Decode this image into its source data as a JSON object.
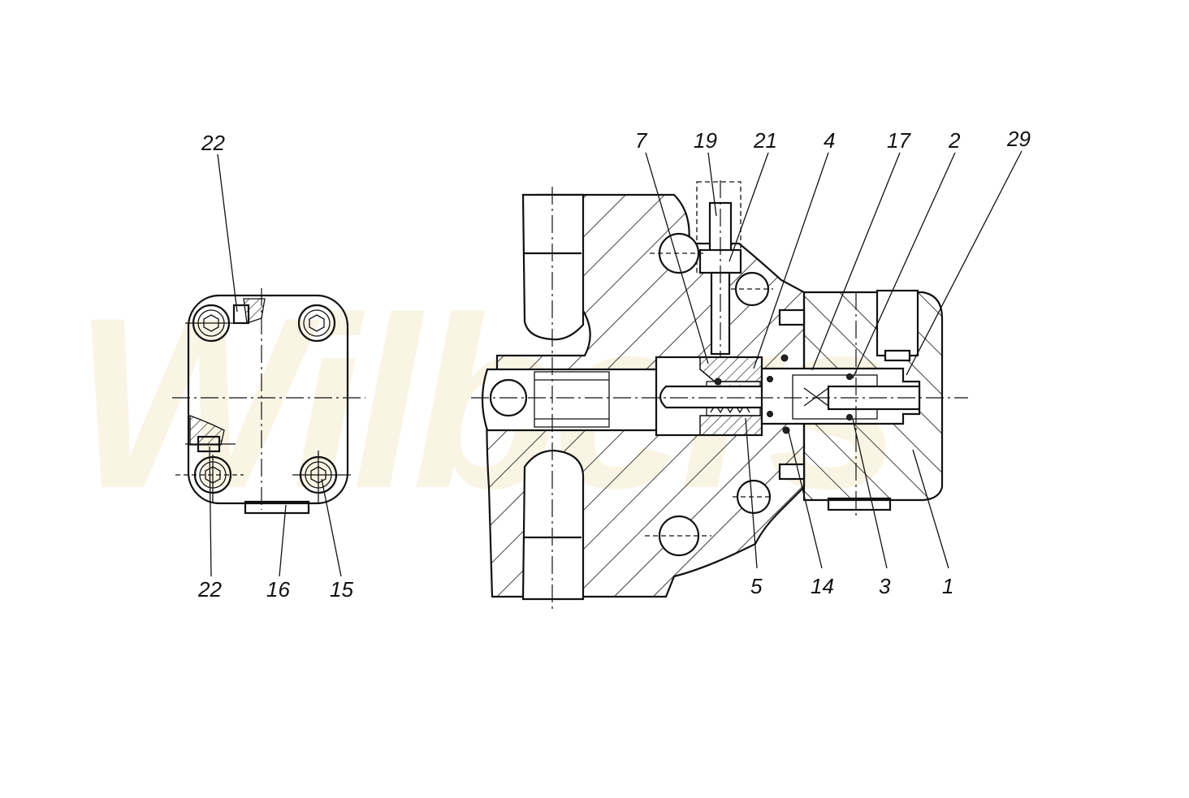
{
  "watermark": {
    "text": "Wilbers"
  },
  "callouts": {
    "left_view": [
      {
        "id": "22-top",
        "text": "22"
      },
      {
        "id": "22-bottom",
        "text": "22"
      },
      {
        "id": "16",
        "text": "16"
      },
      {
        "id": "15",
        "text": "15"
      }
    ],
    "section_view_top": [
      {
        "id": "7",
        "text": "7"
      },
      {
        "id": "19",
        "text": "19"
      },
      {
        "id": "21",
        "text": "21"
      },
      {
        "id": "4",
        "text": "4"
      },
      {
        "id": "17",
        "text": "17"
      },
      {
        "id": "2",
        "text": "2"
      },
      {
        "id": "29",
        "text": "29"
      }
    ],
    "section_view_bottom": [
      {
        "id": "5",
        "text": "5"
      },
      {
        "id": "14",
        "text": "14"
      },
      {
        "id": "3",
        "text": "3"
      },
      {
        "id": "1",
        "text": "1"
      }
    ]
  }
}
